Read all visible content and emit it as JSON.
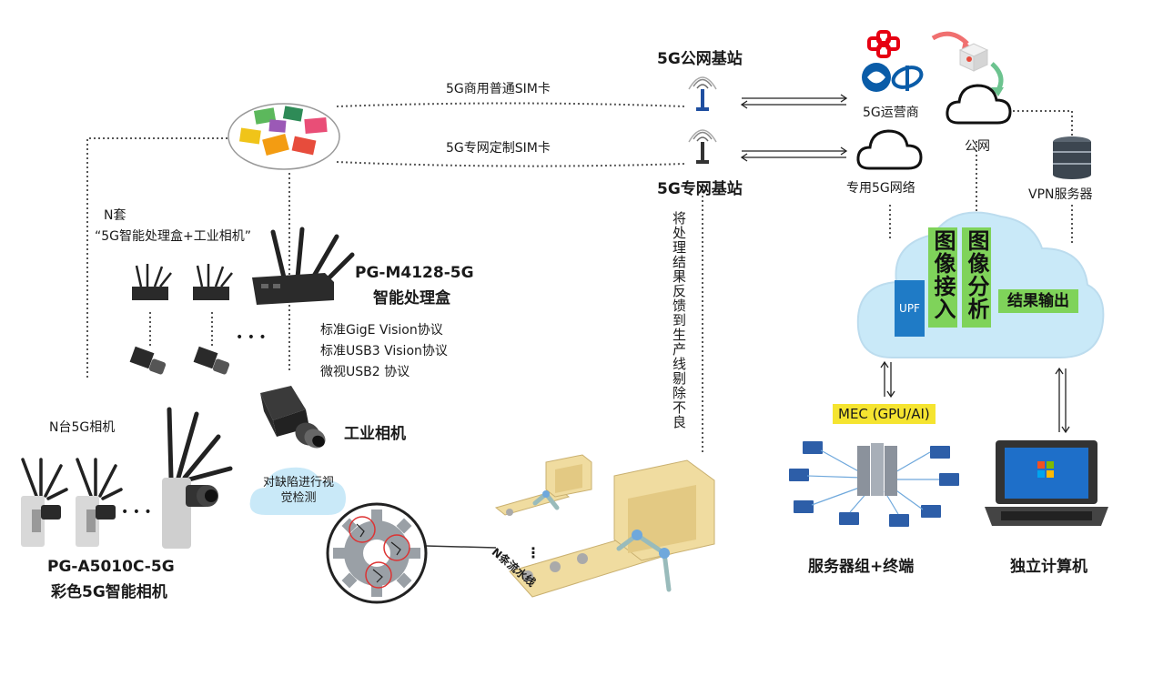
{
  "base_stations": {
    "public": "5G公网基站",
    "private": "5G专网基站"
  },
  "sim": {
    "commercial": "5G商用普通SIM卡",
    "custom": "5G专网定制SIM卡"
  },
  "network": {
    "operator": "5G运营商",
    "public_net": "公网",
    "private_net": "专用5G网络",
    "vpn": "VPN服务器"
  },
  "cloud": {
    "upf": "UPF",
    "image_access": "图像接入",
    "image_analysis": "图像分析",
    "output": "结果输出"
  },
  "mec": {
    "label": "MEC (GPU/AI)",
    "servers": "服务器组+终端",
    "computer": "独立计算机"
  },
  "feedback": "将处理结果反馈到生产线剔除不良",
  "processing": {
    "n_sets_line1": "N套",
    "n_sets_line2": "“5G智能处理盒+工业相机”",
    "box_model": "PG-M4128-5G",
    "box_name": "智能处理盒",
    "protocols": [
      "标准GigE Vision协议",
      "标准USB3 Vision协议",
      "微视USB2 协议"
    ],
    "industrial_camera": "工业相机",
    "ellipsis": "• • •"
  },
  "cameras": {
    "count_label": "N台5G相机",
    "model": "PG-A5010C-5G",
    "name": "彩色5G智能相机",
    "ellipsis": "• • •"
  },
  "inspection": {
    "bubble": "对缺陷进行视觉检测",
    "lines": "N条流水线",
    "ellipsis": "⋮"
  },
  "colors": {
    "cloud_fill": "#c9e9f8",
    "green_label": "#7fd35a",
    "upf_blue": "#1f7bc6",
    "mec_yellow": "#f5e430",
    "conveyor": "#f0dca0"
  }
}
